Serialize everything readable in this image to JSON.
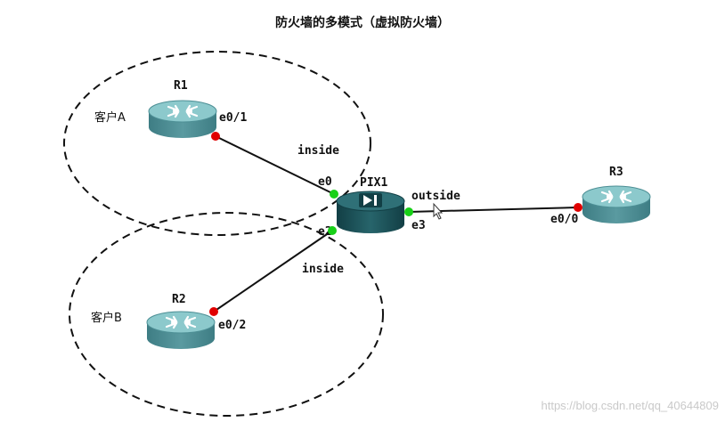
{
  "title": "防火墙的多模式（虚拟防火墙）",
  "zones": {
    "a": "客户A",
    "b": "客户B"
  },
  "devices": {
    "r1": {
      "name": "R1",
      "port": "e0/1"
    },
    "r2": {
      "name": "R2",
      "port": "e0/2"
    },
    "r3": {
      "name": "R3",
      "port": "e0/0"
    },
    "pix": {
      "name": "PIX1",
      "port_e0": "e0",
      "port_e2": "e2",
      "port_e3": "e3"
    }
  },
  "links": {
    "inside_a": "inside",
    "inside_b": "inside",
    "outside": "outside"
  },
  "colors": {
    "router_body": "#4f8f96",
    "router_top": "#7fc0c4",
    "pix_body": "#1f5f66",
    "port_down": "#e00000",
    "port_up": "#18d018"
  },
  "watermark": "https://blog.csdn.net/qq_40644809"
}
